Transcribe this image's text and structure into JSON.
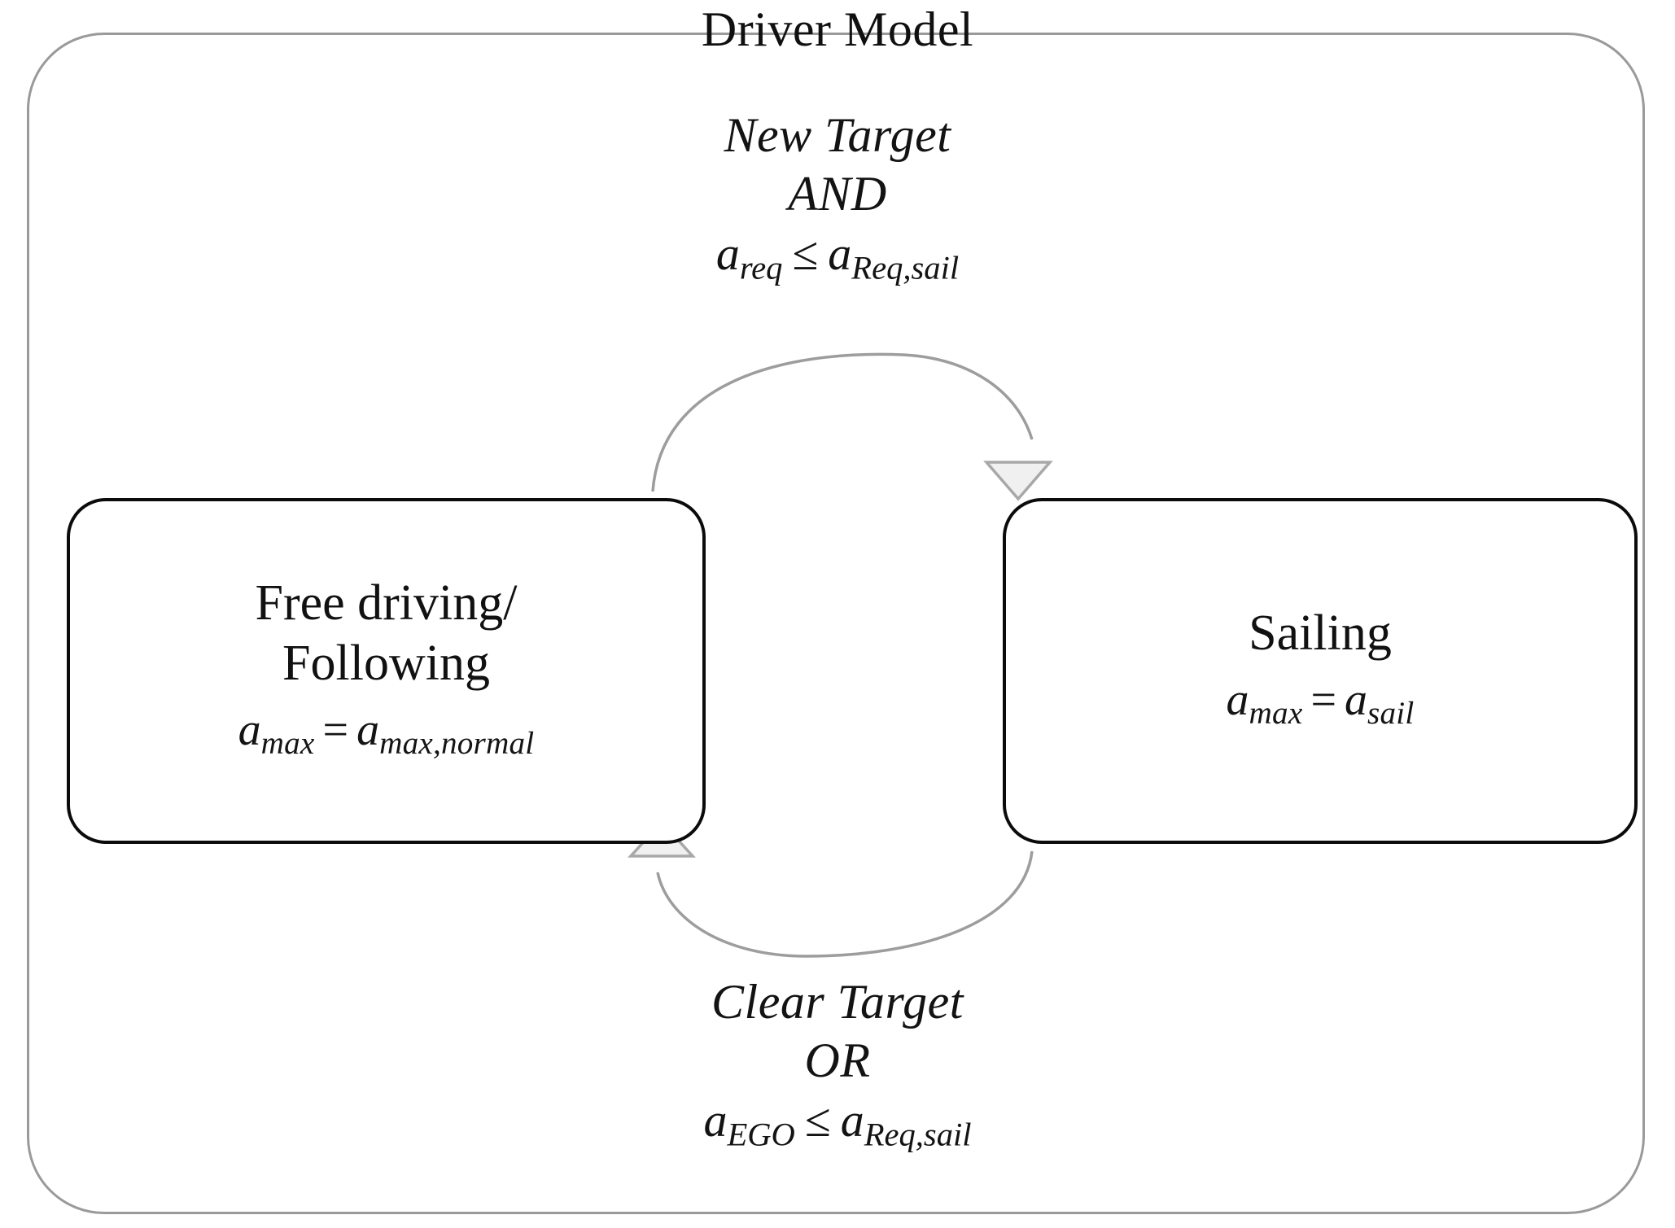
{
  "diagram": {
    "type": "state-transition-diagram",
    "frame": {
      "title": "Driver Model",
      "border_color": "#9a9a9a"
    },
    "states": [
      {
        "id": "free-following",
        "title": "Free driving/\nFollowing",
        "equation": {
          "lhs_var": "a",
          "lhs_sub": "max",
          "operator": "=",
          "rhs_var": "a",
          "rhs_sub": "max,normal",
          "plain": "a_max = a_max,normal"
        },
        "border_color": "#0b0b0b"
      },
      {
        "id": "sailing",
        "title": "Sailing",
        "equation": {
          "lhs_var": "a",
          "lhs_sub": "max",
          "operator": "=",
          "rhs_var": "a",
          "rhs_sub": "sail",
          "plain": "a_max = a_sail"
        },
        "border_color": "#0b0b0b"
      }
    ],
    "transitions": [
      {
        "id": "to-sailing",
        "from": "free-following",
        "to": "sailing",
        "position": "top",
        "line1": "New Target",
        "line2": "AND",
        "equation": {
          "lhs_var": "a",
          "lhs_sub": "req",
          "operator": "≤",
          "rhs_var": "a",
          "rhs_sub": "Req,sail",
          "plain": "a_req ≤ a_Req,sail"
        },
        "arrow_color": "#9d9d9d",
        "arrow_head_fill": "#f0f0f0"
      },
      {
        "id": "to-free-following",
        "from": "sailing",
        "to": "free-following",
        "position": "bottom",
        "line1": "Clear Target",
        "line2": "OR",
        "equation": {
          "lhs_var": "a",
          "lhs_sub": "EGO",
          "operator": "≤",
          "rhs_var": "a",
          "rhs_sub": "Req,sail",
          "plain": "a_EGO ≤ a_Req,sail"
        },
        "arrow_color": "#9d9d9d",
        "arrow_head_fill": "#f0f0f0"
      }
    ]
  }
}
